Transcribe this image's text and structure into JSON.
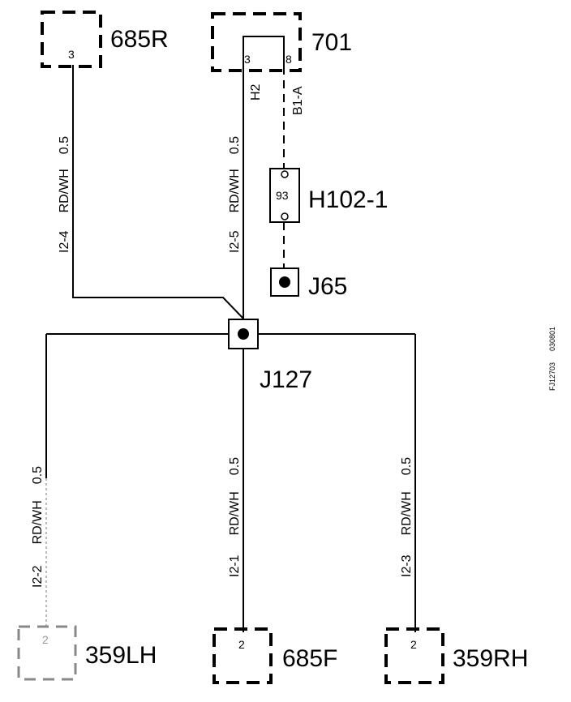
{
  "components": {
    "c685r": {
      "name": "685R",
      "pin": "3"
    },
    "c701": {
      "name": "701",
      "pin_a": "3",
      "pin_b": "8"
    },
    "h102": {
      "name": "H102-1",
      "pin": "93"
    },
    "j65": {
      "name": "J65"
    },
    "j127": {
      "name": "J127"
    },
    "c359lh": {
      "name": "359LH",
      "pin": "2"
    },
    "c685f": {
      "name": "685F",
      "pin": "2"
    },
    "c359rh": {
      "name": "359RH",
      "pin": "2"
    }
  },
  "wires": {
    "i2_4": {
      "id": "I2-4",
      "color": "RD/WH",
      "size": "0.5"
    },
    "i2_5": {
      "id": "I2-5",
      "color": "RD/WH",
      "size": "0.5"
    },
    "h2": {
      "id": "H2"
    },
    "b1a": {
      "id": "B1-A"
    },
    "i2_2": {
      "id": "I2-2",
      "color": "RD/WH",
      "size": "0.5"
    },
    "i2_1": {
      "id": "I2-1",
      "color": "RD/WH",
      "size": "0.5"
    },
    "i2_3": {
      "id": "I2-3",
      "color": "RD/WH",
      "size": "0.5"
    }
  },
  "figure": {
    "code_a": "FJ12703",
    "code_b": "030801"
  }
}
